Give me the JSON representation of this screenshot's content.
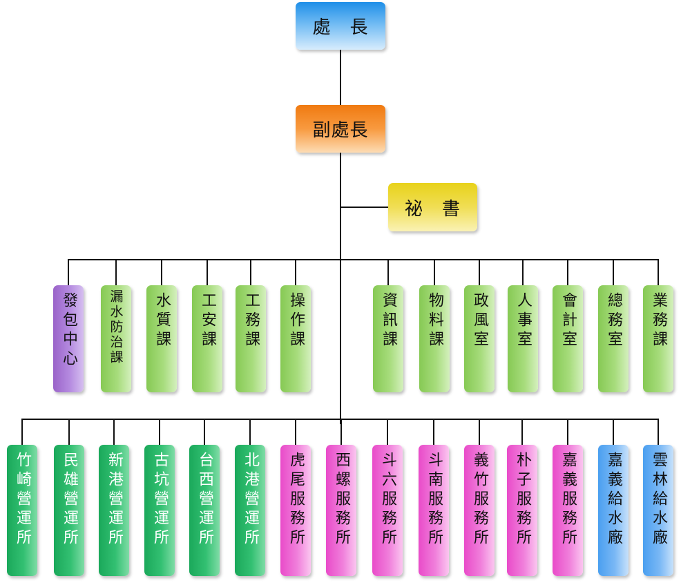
{
  "top": {
    "director": "處　長",
    "deputy": "副處長",
    "secretary": "祕　書"
  },
  "units_row": [
    {
      "label": "發包中心",
      "color": "purple"
    },
    {
      "label": "漏水防治課",
      "color": "lgreen"
    },
    {
      "label": "水質課",
      "color": "lgreen"
    },
    {
      "label": "工安課",
      "color": "lgreen"
    },
    {
      "label": "工務課",
      "color": "lgreen"
    },
    {
      "label": "操作課",
      "color": "lgreen"
    },
    {
      "label": "資訊課",
      "color": "lgreen"
    },
    {
      "label": "物料課",
      "color": "lgreen"
    },
    {
      "label": "政風室",
      "color": "lgreen"
    },
    {
      "label": "人事室",
      "color": "lgreen"
    },
    {
      "label": "會計室",
      "color": "lgreen"
    },
    {
      "label": "總務室",
      "color": "lgreen"
    },
    {
      "label": "業務課",
      "color": "lgreen"
    }
  ],
  "field_row": [
    {
      "label": "竹崎營運所",
      "color": "dgreen"
    },
    {
      "label": "民雄營運所",
      "color": "dgreen"
    },
    {
      "label": "新港營運所",
      "color": "dgreen"
    },
    {
      "label": "古坑營運所",
      "color": "dgreen"
    },
    {
      "label": "台西營運所",
      "color": "dgreen"
    },
    {
      "label": "北港營運所",
      "color": "dgreen"
    },
    {
      "label": "虎尾服務所",
      "color": "pink"
    },
    {
      "label": "西螺服務所",
      "color": "pink"
    },
    {
      "label": "斗六服務所",
      "color": "pink"
    },
    {
      "label": "斗南服務所",
      "color": "pink"
    },
    {
      "label": "義竹服務所",
      "color": "pink"
    },
    {
      "label": "朴子服務所",
      "color": "pink"
    },
    {
      "label": "嘉義服務所",
      "color": "pink"
    },
    {
      "label": "嘉義給水廠",
      "color": "lblue"
    },
    {
      "label": "雲林給水廠",
      "color": "lblue"
    }
  ]
}
